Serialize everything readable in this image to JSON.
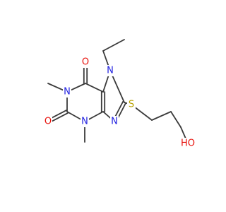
{
  "colors": {
    "bond": "#3a3a3a",
    "carbon": "#3a3a3a",
    "oxygen": "#e8120c",
    "nitrogen": "#2020e0",
    "sulfur": "#b8a200"
  },
  "molecule": {
    "atoms": [
      {
        "id": "O6",
        "symbol": "O",
        "element": "oxygen"
      },
      {
        "id": "O2",
        "symbol": "O",
        "element": "oxygen"
      },
      {
        "id": "N1",
        "symbol": "N",
        "element": "nitrogen"
      },
      {
        "id": "N3",
        "symbol": "N",
        "element": "nitrogen"
      },
      {
        "id": "N7",
        "symbol": "N",
        "element": "nitrogen"
      },
      {
        "id": "N9",
        "symbol": "N",
        "element": "nitrogen"
      },
      {
        "id": "S",
        "symbol": "S",
        "element": "sulfur"
      },
      {
        "id": "OH",
        "symbol": "HO",
        "element": "oxygen"
      }
    ]
  }
}
